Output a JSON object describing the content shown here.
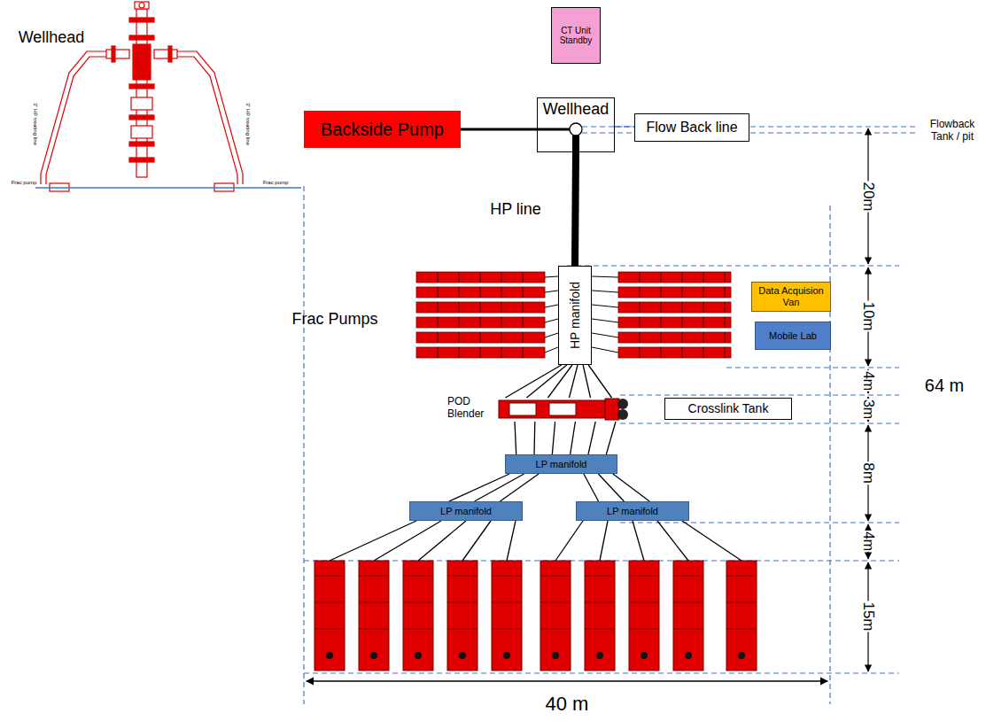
{
  "diagram": {
    "nodes": [
      {
        "text": [
          "CT Unit Standby"
        ]
      },
      {
        "text": [
          "Backside Pump"
        ]
      },
      {
        "text": [
          "Wellhead"
        ]
      },
      {
        "text": [
          "Flow Back line"
        ]
      },
      {
        "text": [
          "HP manifold"
        ]
      },
      {
        "text": [
          "Data Acquision Van"
        ]
      },
      {
        "text": [
          "Mobile Lab"
        ]
      },
      {
        "text": [
          "POD Blender"
        ]
      },
      {
        "text": [
          "Crosslink Tank"
        ]
      },
      {
        "text": [
          "LP manifold"
        ]
      },
      {
        "text": [
          "LP manifold"
        ]
      },
      {
        "text": [
          "LP manifold"
        ]
      }
    ],
    "edges": [
      {
        "from": 1,
        "to": 2,
        "arrow": "none"
      },
      {
        "from": 2,
        "to": 4,
        "arrow": "none"
      },
      {
        "from": 2,
        "to": 3,
        "arrow": "none"
      },
      {
        "from": 4,
        "to": 7,
        "arrow": "none"
      },
      {
        "from": 4,
        "to": 7,
        "arrow": "none"
      },
      {
        "from": 4,
        "to": 7,
        "arrow": "none"
      },
      {
        "from": 4,
        "to": 7,
        "arrow": "none"
      },
      {
        "from": 4,
        "to": 7,
        "arrow": "none"
      },
      {
        "from": 4,
        "to": 7,
        "arrow": "none"
      },
      {
        "from": 7,
        "to": 9,
        "arrow": "none"
      },
      {
        "from": 7,
        "to": 9,
        "arrow": "none"
      },
      {
        "from": 7,
        "to": 9,
        "arrow": "none"
      },
      {
        "from": 7,
        "to": 9,
        "arrow": "none"
      },
      {
        "from": 7,
        "to": 9,
        "arrow": "none"
      },
      {
        "from": 7,
        "to": 9,
        "arrow": "none"
      },
      {
        "from": 9,
        "to": 10,
        "arrow": "none"
      },
      {
        "from": 9,
        "to": 10,
        "arrow": "none"
      },
      {
        "from": 9,
        "to": 10,
        "arrow": "none"
      },
      {
        "from": 9,
        "to": 11,
        "arrow": "none"
      },
      {
        "from": 9,
        "to": 11,
        "arrow": "none"
      },
      {
        "from": 9,
        "to": 11,
        "arrow": "none"
      }
    ],
    "labels": [
      "Wellhead",
      "3\" HP treating line",
      "3\" HP treating line",
      "Frac pump",
      "Frac pump",
      "Flowback Tank / pit",
      "HP line",
      "Frac Pumps",
      "20m",
      "10m",
      "4m",
      "3m",
      "8m",
      "4m",
      "15m",
      "64 m",
      "40 m"
    ]
  }
}
